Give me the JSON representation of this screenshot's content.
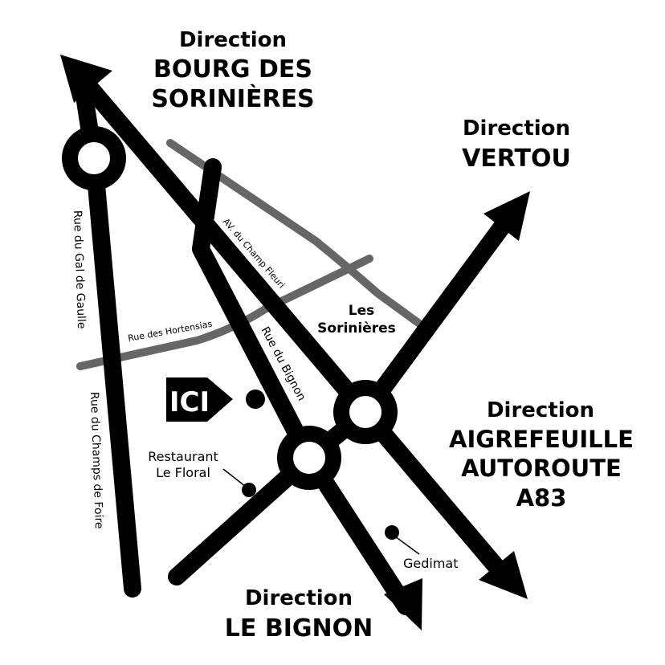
{
  "directions": {
    "bourg": {
      "line1": "Direction",
      "line2": "BOURG DES",
      "line3": "SORINIÈRES"
    },
    "vertou": {
      "line1": "Direction",
      "line2": "VERTOU"
    },
    "aigrefeuille": {
      "line1": "Direction",
      "line2": "AIGREFEUILLE",
      "line3": "AUTOROUTE",
      "line4": "A83"
    },
    "bignon": {
      "line1": "Direction",
      "line2": "LE BIGNON"
    }
  },
  "streets": {
    "gal_de_gaulle": "Rue du Gal de Gaulle",
    "champs_de_foire": "Rue du Champs de Foire",
    "champ_fleuri": "AV. du Champ Fleuri",
    "hortensias": "Rue des Hortensias",
    "rue_du_bignon": "Rue du Bignon"
  },
  "places": {
    "sorinieres": {
      "line1": "Les",
      "line2": "Sorinières"
    },
    "restaurant": {
      "line1": "Restaurant",
      "line2": "Le Floral"
    },
    "gedimat": "Gedimat",
    "here": "ICI"
  },
  "colors": {
    "road": "#000000",
    "minor_road": "#666666"
  }
}
